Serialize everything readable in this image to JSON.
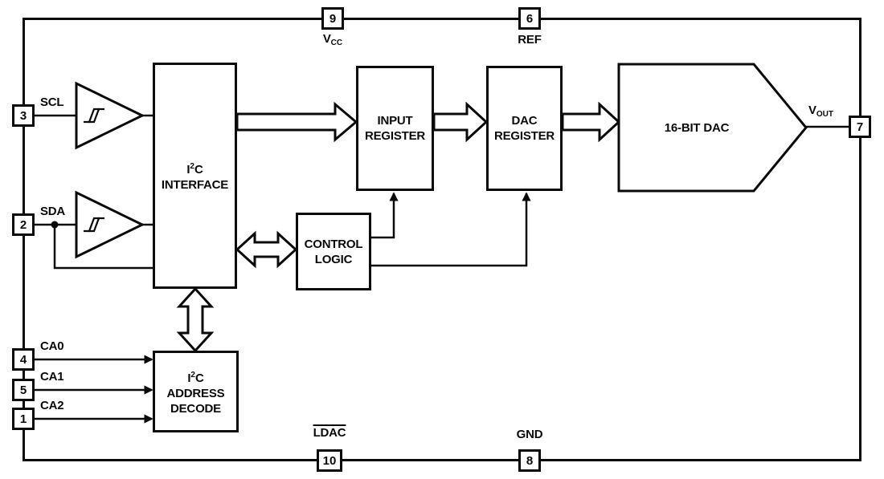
{
  "colors": {
    "ink": "#0a0a0a",
    "background": "#ffffff"
  },
  "pins": {
    "vcc": {
      "number": "9",
      "base": "V",
      "sub": "CC"
    },
    "ref": {
      "number": "6",
      "label": "REF"
    },
    "scl": {
      "number": "3",
      "label": "SCL"
    },
    "sda": {
      "number": "2",
      "label": "SDA"
    },
    "ca0": {
      "number": "4",
      "label": "CA0"
    },
    "ca1": {
      "number": "5",
      "label": "CA1"
    },
    "ca2": {
      "number": "1",
      "label": "CA2"
    },
    "vout": {
      "number": "7",
      "base": "V",
      "sub": "OUT"
    },
    "ldac": {
      "number": "10",
      "label": "LDAC",
      "overline": true
    },
    "gnd": {
      "number": "8",
      "label": "GND"
    }
  },
  "blocks": {
    "i2c_interface": {
      "l1a": "I",
      "l1sup": "2",
      "l1b": "C",
      "l2": "INTERFACE"
    },
    "input_register": {
      "l1": "INPUT",
      "l2": "REGISTER"
    },
    "dac_register": {
      "l1": "DAC",
      "l2": "REGISTER"
    },
    "dac_16bit": {
      "label": "16-BIT DAC"
    },
    "control_logic": {
      "l1": "CONTROL",
      "l2": "LOGIC"
    },
    "i2c_address_decode": {
      "l1a": "I",
      "l1sup": "2",
      "l1b": "C",
      "l2": "ADDRESS",
      "l3": "DECODE"
    }
  }
}
